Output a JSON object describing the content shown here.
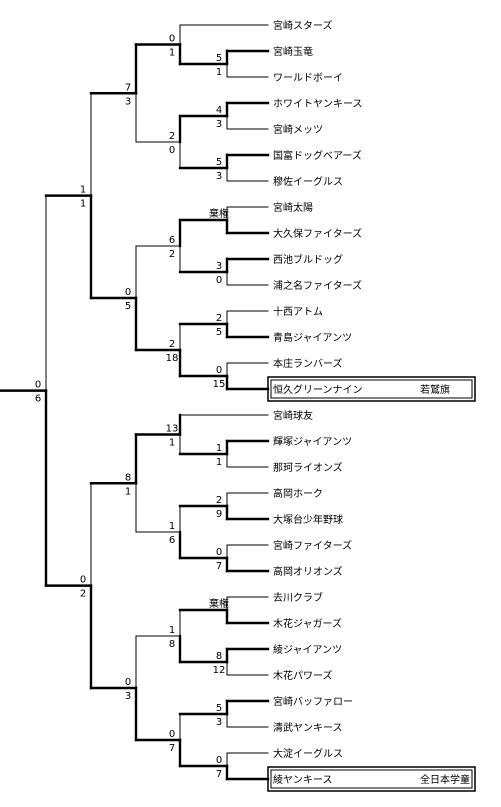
{
  "teams": [
    "宮崎スターズ",
    "宮崎玉竜",
    "ワールドボーイ",
    "ホワイトヤンキース",
    "宮崎メッツ",
    "国富ドッグベアーズ",
    "穆佐イーグルス",
    "宮崎太陽",
    "大久保ファイターズ",
    "西池ブルドッグ",
    "浦之名ファイターズ",
    "十西アトム",
    "青島ジャイアンツ",
    "本庄ランバーズ",
    "恒久グリーンナイン",
    "宮崎球友",
    "輝塚ジャイアンツ",
    "那珂ライオンズ",
    "高岡ホーク",
    "大塚台少年野球",
    "宮崎ファイターズ",
    "高岡オリオンズ",
    "去川クラブ",
    "木花ジャガーズ",
    "綾ジャイアンツ",
    "木花パワーズ",
    "宮崎バッファロー",
    "清武ヤンキース",
    "大淀イーグルス",
    "綾ヤンキース"
  ],
  "winners": [
    {
      "team": "恒久グリーンナイン",
      "title": "若鷲旗"
    },
    {
      "team": "綾ヤンキース",
      "title": "全日本学童"
    }
  ],
  "forfeit_label": "棄権",
  "scores": {
    "r1_q1": [
      "5",
      "1"
    ],
    "r1_q2": [
      "4",
      "3"
    ],
    "r1_q3": [
      "5",
      "3"
    ],
    "r1_q4": [
      "棄権",
      ""
    ],
    "r1_q5": [
      "3",
      "0"
    ],
    "r1_q6": [
      "2",
      "5"
    ],
    "r1_q7": [
      "0",
      "15"
    ],
    "r1_q8": [
      "1",
      "1"
    ],
    "r1_q9": [
      "2",
      "9"
    ],
    "r1_q10": [
      "0",
      "7"
    ],
    "r1_q11": [
      "棄権",
      ""
    ],
    "r1_q12": [
      "8",
      "12"
    ],
    "r1_q13": [
      "5",
      "3"
    ],
    "r1_q14": [
      "0",
      "7"
    ],
    "r2_1": [
      "0",
      "1"
    ],
    "r2_2": [
      "2",
      "0"
    ],
    "r2_3": [
      "6",
      "2"
    ],
    "r2_4": [
      "2",
      "18"
    ],
    "r2_5": [
      "13",
      "1"
    ],
    "r2_6": [
      "1",
      "6"
    ],
    "r2_7": [
      "1",
      "8"
    ],
    "r2_8": [
      "0",
      "7"
    ],
    "r3_1": [
      "7",
      "3"
    ],
    "r3_2": [
      "0",
      "5"
    ],
    "r3_3": [
      "8",
      "1"
    ],
    "r3_4": [
      "0",
      "3"
    ],
    "r4_1": [
      "1",
      "1"
    ],
    "r4_2": [
      "0",
      "2"
    ],
    "final": [
      "0",
      "6"
    ]
  }
}
